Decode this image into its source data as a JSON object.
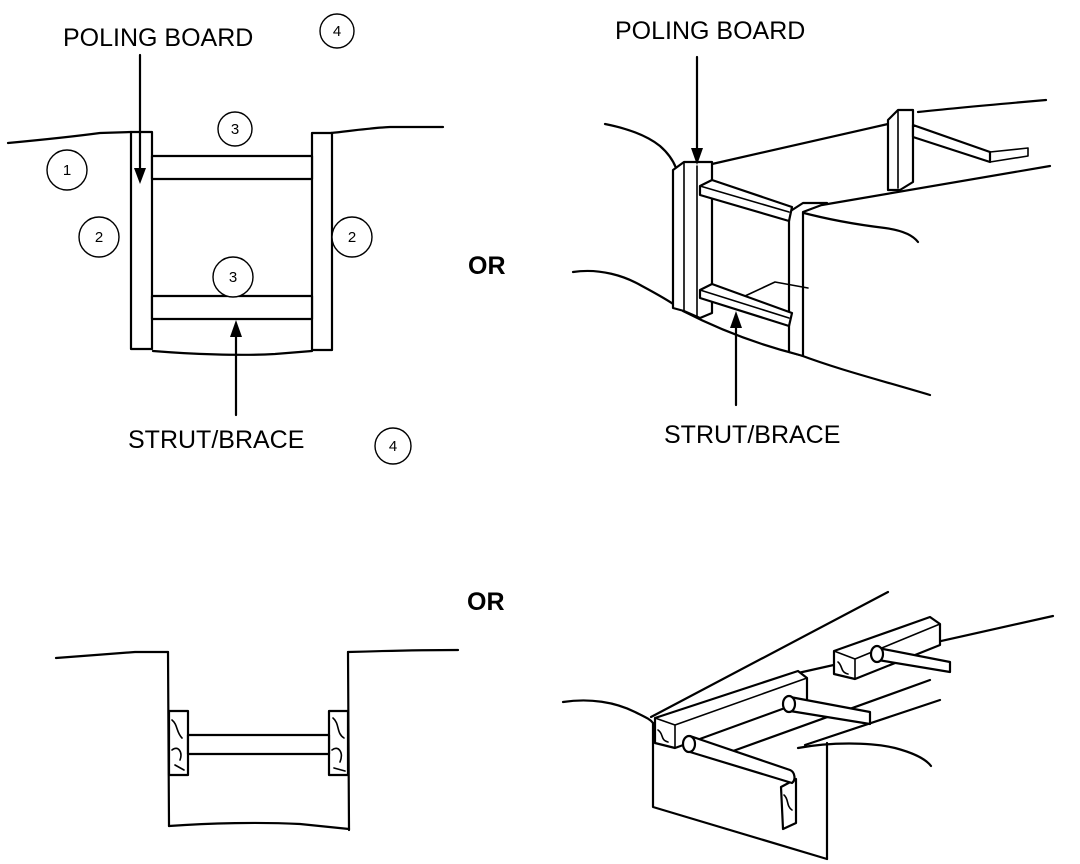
{
  "labels": {
    "poling_board_left": "POLING BOARD",
    "poling_board_right": "POLING BOARD",
    "strut_brace_left": "STRUT/BRACE",
    "strut_brace_right": "STRUT/BRACE",
    "or_middle": "OR",
    "or_lower": "OR"
  },
  "callouts": {
    "c1": "1",
    "c2_left": "2",
    "c2_right": "2",
    "c3_top": "3",
    "c3_bottom": "3",
    "c4_poling": "4",
    "c4_strut": "4"
  }
}
